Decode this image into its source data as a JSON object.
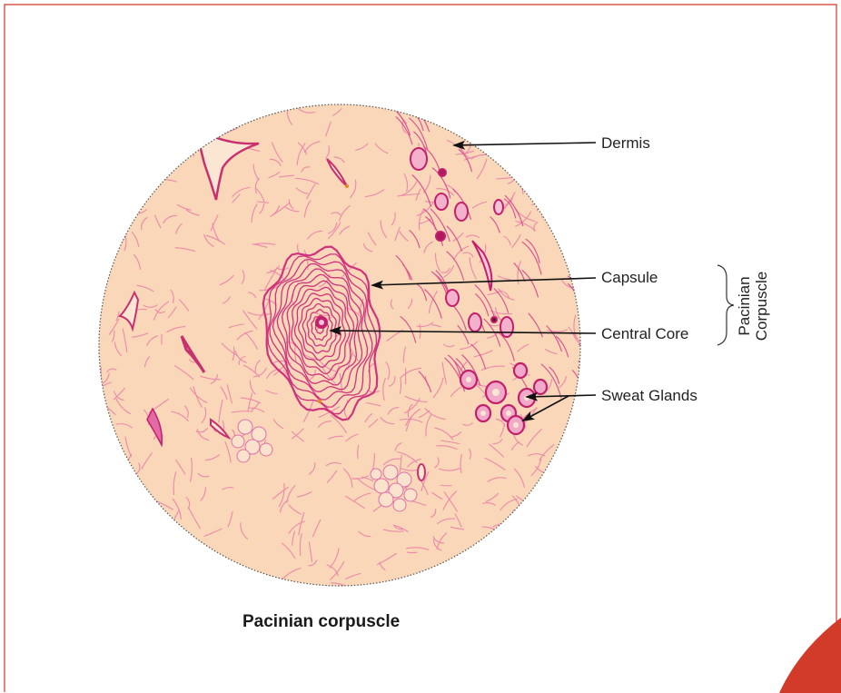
{
  "colors": {
    "frame_border": "#d9342a",
    "corner_accent": "#d23a2a",
    "tissue_background": "#f9d7b8",
    "tissue_stain": "#e0569a",
    "tissue_stain_dark": "#c21f6d",
    "arrow": "#111111"
  },
  "labels": {
    "dermis": "Dermis",
    "capsule": "Capsule",
    "central_core": "Central Core",
    "sweat_glands": "Sweat Glands",
    "pacinian_group": "Pacinian\nCorpuscle"
  },
  "caption": "Pacinian corpuscle"
}
